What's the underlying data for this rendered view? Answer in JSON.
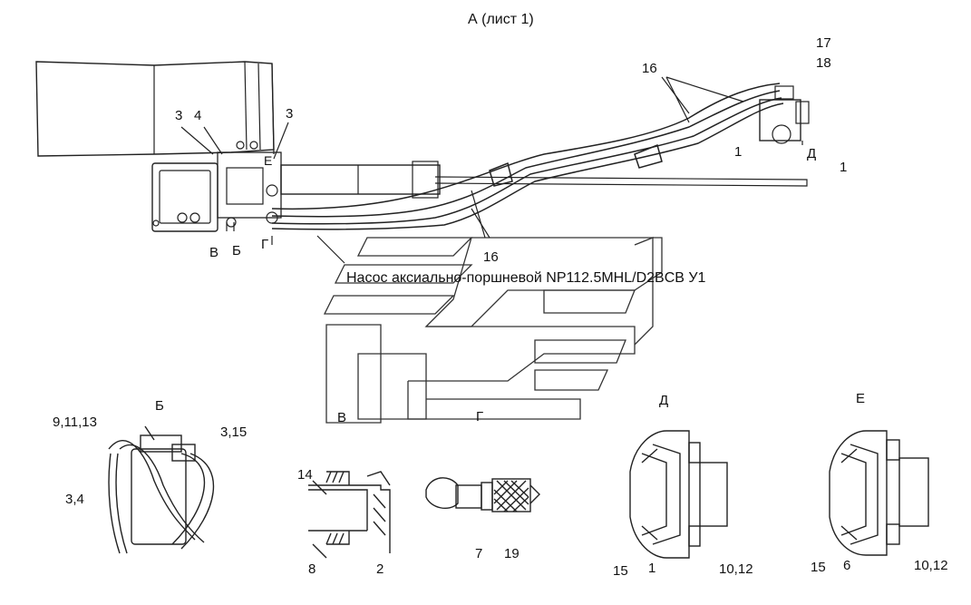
{
  "sheet_title": "А (лист 1)",
  "pump_caption": "Насос аксиально-поршневой NP112.5MHL/D2BCB У1",
  "views": {
    "b": "Б",
    "v": "В",
    "g": "Г",
    "d": "Д",
    "e": "Е"
  },
  "main_labels": {
    "l3a": "3",
    "l4": "4",
    "l3b": "3",
    "l16a": "16",
    "l17": "17",
    "l18": "18",
    "l1a": "1",
    "ld": "Д",
    "l1b": "1",
    "lv": "В",
    "lb": "Б",
    "lg": "Г",
    "le": "Е",
    "l16b": "16"
  },
  "detail_b": {
    "l9": "9,11,13",
    "l315": "3,15",
    "l34": "3,4"
  },
  "detail_v": {
    "l14": "14",
    "l8": "8",
    "l2": "2"
  },
  "detail_g": {
    "l7": "7",
    "l19": "19"
  },
  "detail_d": {
    "l15": "15",
    "l1": "1",
    "l1012": "10,12"
  },
  "detail_e": {
    "l15": "15",
    "l6": "6",
    "l1012": "10,12"
  }
}
